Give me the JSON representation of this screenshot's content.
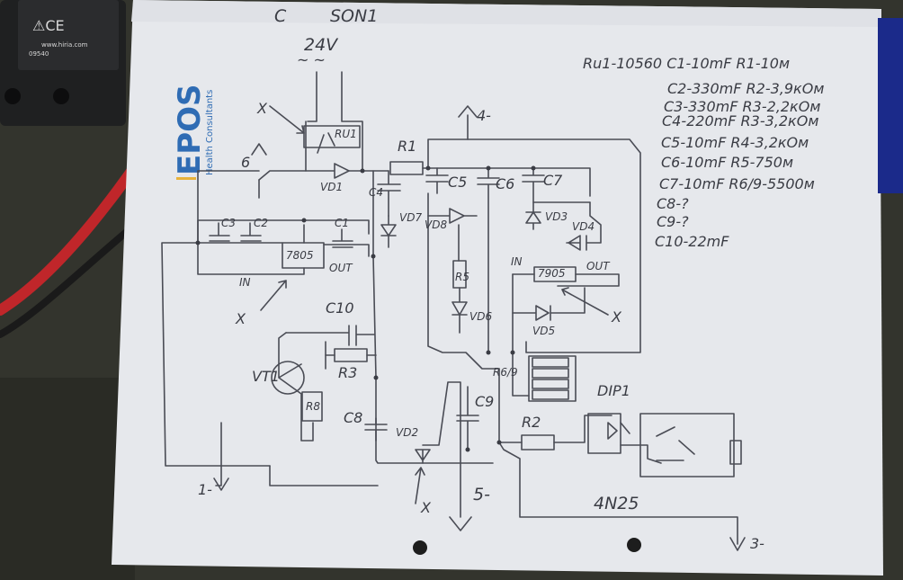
{
  "device": {
    "ce_mark": "⚠CE",
    "url": "www.hiria.com",
    "code": "09540"
  },
  "logo": {
    "name": "EPOS",
    "tagline": "Health Consultants"
  },
  "header": {
    "mark_c": "C",
    "mark_son": "SON1",
    "supply": "24V",
    "supply_sym": "~  ~"
  },
  "legend": {
    "lines": [
      "Ru1-10560   C1-10mF   R1-10м",
      "C2-330mF   R2-3,9кОм",
      "C3-330mF   R3-2,2кОм",
      "C4-220mF   R3-3,2кОм",
      "C5-10mF   R4-3,2кОм",
      "C6-10mF   R5-750м",
      "C7-10mF   R6/9-5500м",
      "C8-?",
      "C9-?",
      "C10-22mF"
    ]
  },
  "schematic": {
    "labels": {
      "ru1": "RU1",
      "r1": "R1",
      "r2": "R2",
      "r3": "R3",
      "r5": "R5",
      "r6": "R6/9",
      "r8": "R8",
      "c1": "C1",
      "c2": "C2",
      "c3": "C3",
      "c4": "C4",
      "c5": "C5",
      "c6": "C6",
      "c7": "C7",
      "c8": "C8",
      "c9": "C9",
      "c10": "C10",
      "vd1": "VD1",
      "vd2": "VD2",
      "vd3": "VD3",
      "vd4": "VD4",
      "vd5": "VD5",
      "vd6": "VD6",
      "vd7": "VD7",
      "vd8": "VD8",
      "vt1": "VT1",
      "reg1": "7805",
      "reg2": "7905",
      "reg1_in": "IN",
      "reg1_out": "OUT",
      "reg2_in": "IN",
      "reg2_out": "OUT",
      "dip": "DIP1",
      "opto": "4N25",
      "term1": "1-",
      "term3": "3-",
      "term4": "4-",
      "term5": "5-",
      "term6": "6",
      "x1": "X",
      "x2": "X",
      "x3": "X",
      "x4": "X"
    }
  },
  "colors": {
    "paper": "#e6e8ec",
    "ink": "#3a3c44",
    "logo_blue": "#2f6cb4",
    "wire_red": "#c0262a",
    "clip_blue": "#1b2a8a"
  }
}
